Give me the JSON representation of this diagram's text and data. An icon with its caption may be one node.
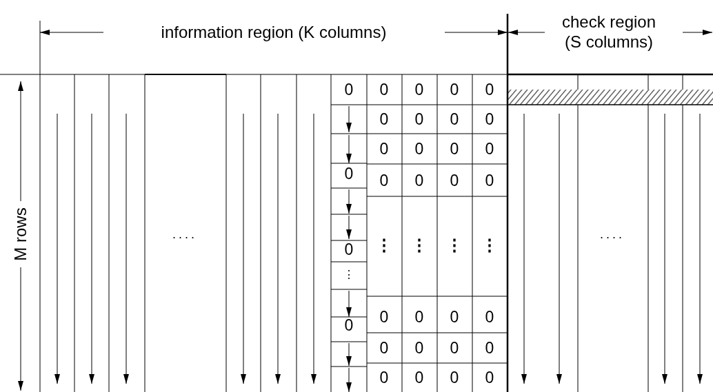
{
  "diagram": {
    "nodes": [
      {
        "text": [],
        "shape": "bar"
      }
    ],
    "labels": [
      "information region (K columns)",
      "check region (S columns)",
      "M rows",
      "0",
      "0",
      "0",
      "0",
      "0",
      "0",
      "0",
      "0",
      "0",
      "0",
      "0",
      "0",
      "0",
      "0",
      "0",
      "0",
      "0",
      "0",
      "....",
      "0",
      "⋮",
      "⋮",
      "⋮",
      "⋮",
      "....",
      "⋮",
      "0",
      "0",
      "0",
      "0",
      "0",
      "0",
      "0",
      "0",
      "0",
      "0",
      "0",
      "0",
      "0"
    ]
  }
}
